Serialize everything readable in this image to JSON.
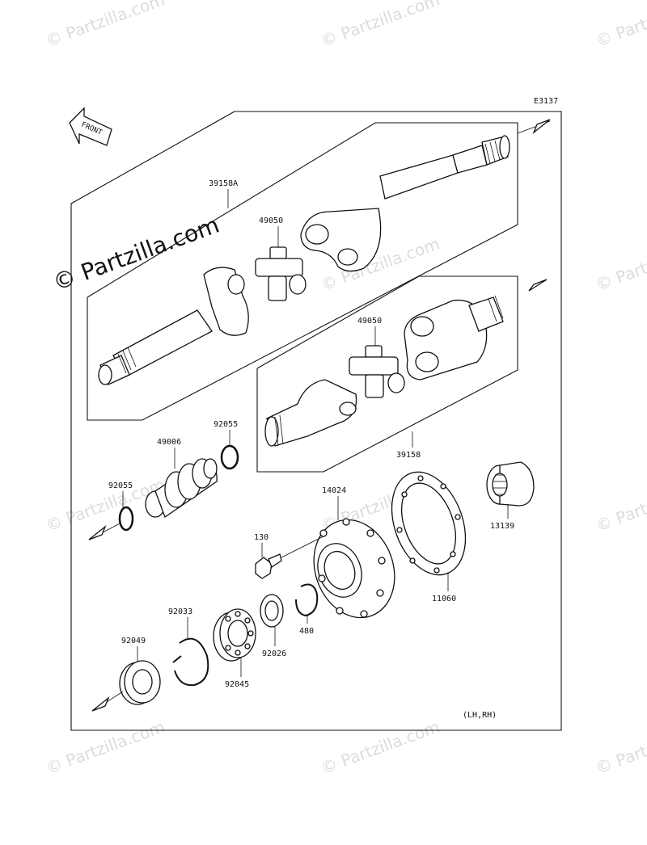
{
  "diagram": {
    "code": "E3137",
    "front_label": "FRONT",
    "note": "(LH,RH)"
  },
  "watermark": {
    "text": "© Partzilla.com",
    "main_text": "© Partzilla.com"
  },
  "parts": [
    {
      "id": "p39158A",
      "label": "39158A"
    },
    {
      "id": "p49050a",
      "label": "49050"
    },
    {
      "id": "p49050b",
      "label": "49050"
    },
    {
      "id": "p39158",
      "label": "39158"
    },
    {
      "id": "p49006",
      "label": "49006"
    },
    {
      "id": "p92055a",
      "label": "92055"
    },
    {
      "id": "p92055b",
      "label": "92055"
    },
    {
      "id": "p14024",
      "label": "14024"
    },
    {
      "id": "p13139",
      "label": "13139"
    },
    {
      "id": "p130",
      "label": "130"
    },
    {
      "id": "p11060",
      "label": "11060"
    },
    {
      "id": "p92033",
      "label": "92033"
    },
    {
      "id": "p92049",
      "label": "92049"
    },
    {
      "id": "p480",
      "label": "480"
    },
    {
      "id": "p92026",
      "label": "92026"
    },
    {
      "id": "p92045",
      "label": "92045"
    }
  ]
}
